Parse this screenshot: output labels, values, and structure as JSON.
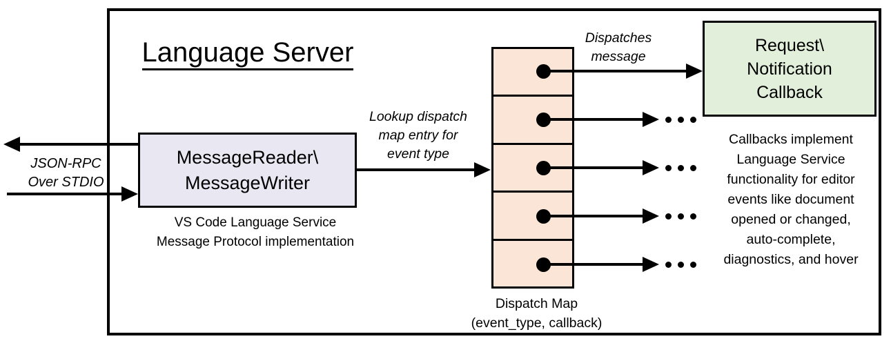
{
  "title": "Language Server",
  "colors": {
    "reader_box_fill": "#E9E7F1",
    "dispatch_cell_fill": "#FBE5D6",
    "callback_box_fill": "#E2EFDA",
    "line_color": "#000000"
  },
  "io": {
    "label": [
      "JSON-RPC",
      "Over STDIO"
    ]
  },
  "reader_box": {
    "lines": [
      "MessageReader\\",
      "MessageWriter"
    ],
    "caption": [
      "VS Code Language Service",
      "Message Protocol implementation"
    ]
  },
  "lookup_label": [
    "Lookup dispatch",
    "map entry for",
    "event type"
  ],
  "dispatches_label": [
    "Dispatches",
    "message"
  ],
  "dispatch_map": {
    "rows": 5,
    "caption": [
      "Dispatch Map",
      "(event_type, callback)"
    ]
  },
  "callback_box": {
    "lines": [
      "Request\\",
      "Notification",
      "Callback"
    ]
  },
  "callbacks_note": [
    "Callbacks implement",
    "Language Service",
    "functionality for editor",
    "events like document",
    "opened or changed,",
    "auto-complete,",
    "diagnostics, and hover"
  ]
}
